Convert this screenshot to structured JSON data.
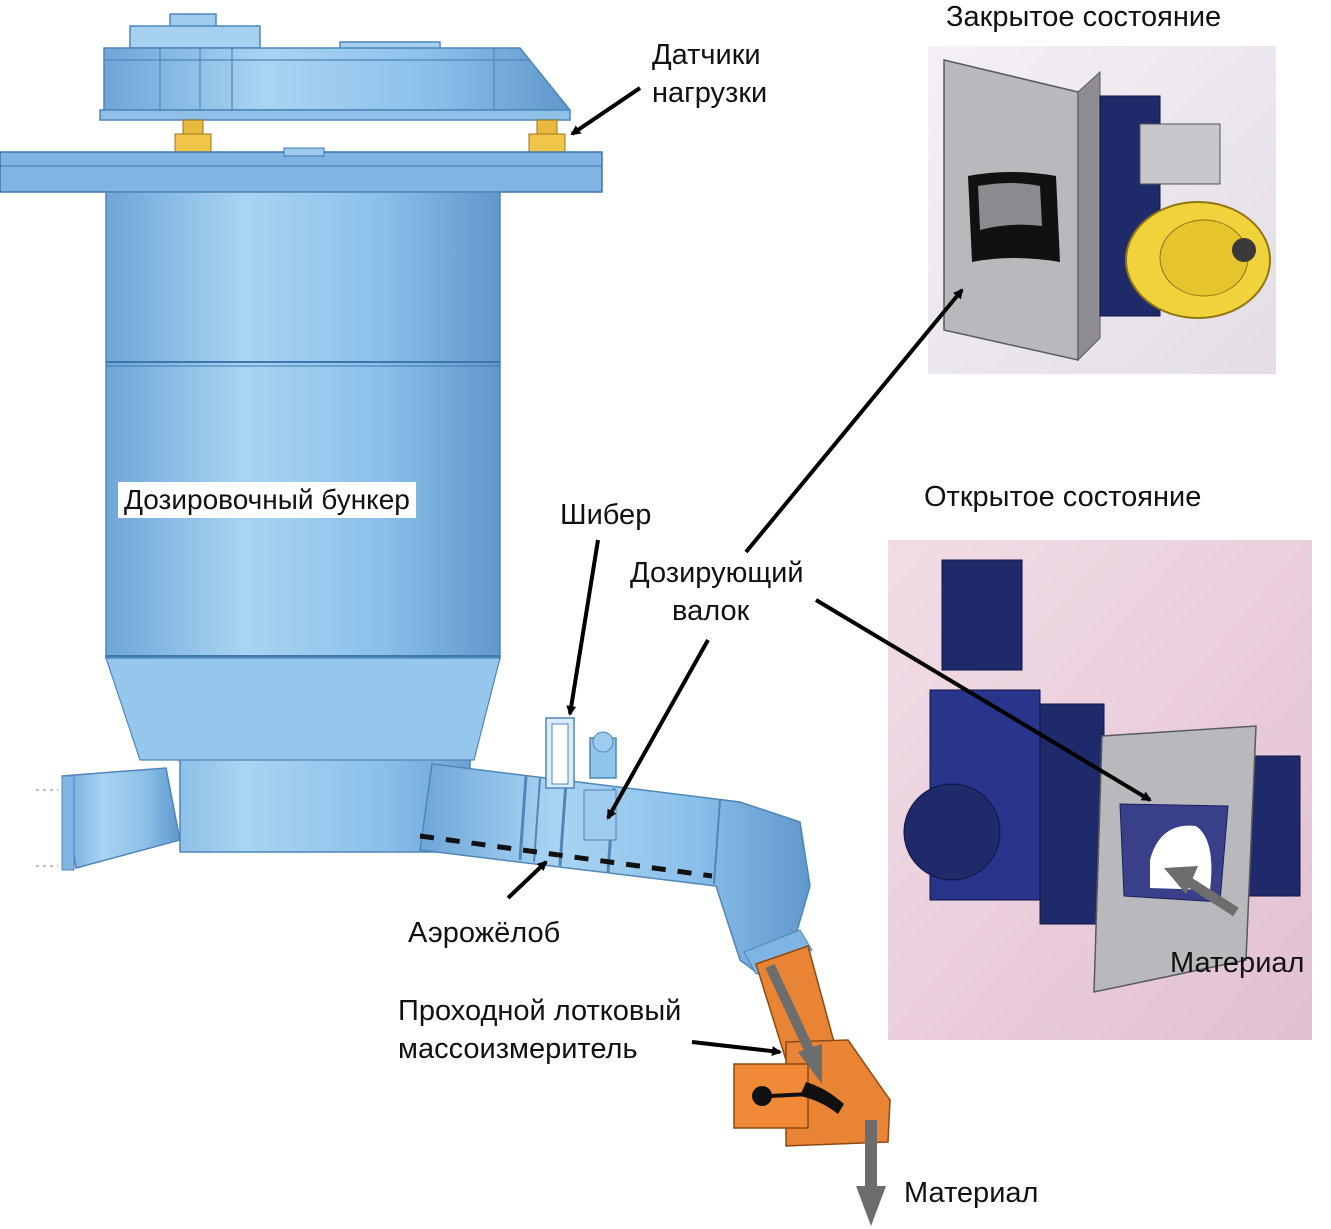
{
  "labels": {
    "load_sensors": [
      "Датчики",
      "нагрузки"
    ],
    "hopper": "Дозировочный бункер",
    "gate": "Шибер",
    "metering_roller": [
      "Дозирующий",
      "валок"
    ],
    "aeroslide": "Аэрожёлоб",
    "flowmeter": [
      "Проходной лотковый",
      "массоизмеритель"
    ],
    "material_bottom": "Материал",
    "material_photo": "Материал",
    "closed_state": "Закрытое состояние",
    "open_state": "Открытое состояние"
  },
  "colors": {
    "hopper_blue": "#8fc3ea",
    "hopper_dark": "#5b93c4",
    "sensor_yellow": "#e8b93c",
    "meter_orange": "#e98434",
    "photo_closed_bg": "#ece6ee",
    "photo_open_bg": "#e9cfdc",
    "plate_gray": "#b9b9bd",
    "motor_yellow": "#f0d23a",
    "motor_navy": "#1f2a6b"
  }
}
